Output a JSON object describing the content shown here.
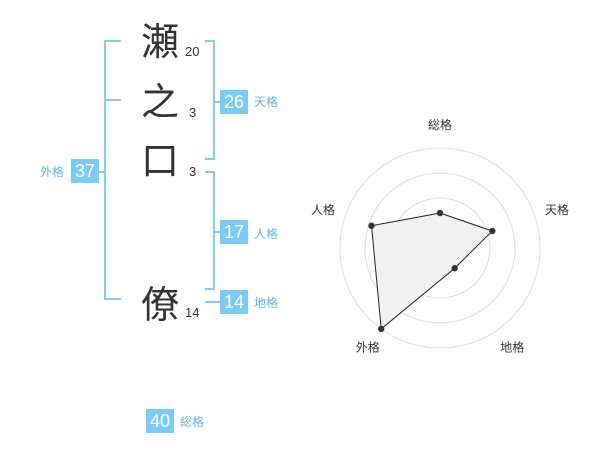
{
  "name": {
    "chars": [
      {
        "char": "瀬",
        "strokes": "20"
      },
      {
        "char": "之",
        "strokes": "3"
      },
      {
        "char": "口",
        "strokes": "3"
      },
      {
        "char": "僚",
        "strokes": "14"
      }
    ]
  },
  "kaku": {
    "tenkaku": {
      "value": "26",
      "label": "天格"
    },
    "jinkaku": {
      "value": "17",
      "label": "人格"
    },
    "chikaku": {
      "value": "14",
      "label": "地格"
    },
    "gaikaku": {
      "value": "37",
      "label": "外格"
    },
    "soukaku": {
      "value": "40",
      "label": "総格"
    }
  },
  "colors": {
    "accent_box": "#7ccaf6",
    "bracket": "#86c9f2",
    "label": "#5fb5e6",
    "text": "#333333",
    "radar_fill": "#efefef",
    "radar_grid": "#dddddd"
  },
  "chart_data": {
    "type": "radar",
    "axes": [
      "総格",
      "天格",
      "地格",
      "外格",
      "人格"
    ],
    "values": [
      0.35,
      0.55,
      0.25,
      1.0,
      0.72
    ],
    "range": [
      0,
      1
    ],
    "grid": true,
    "rings": 4
  }
}
